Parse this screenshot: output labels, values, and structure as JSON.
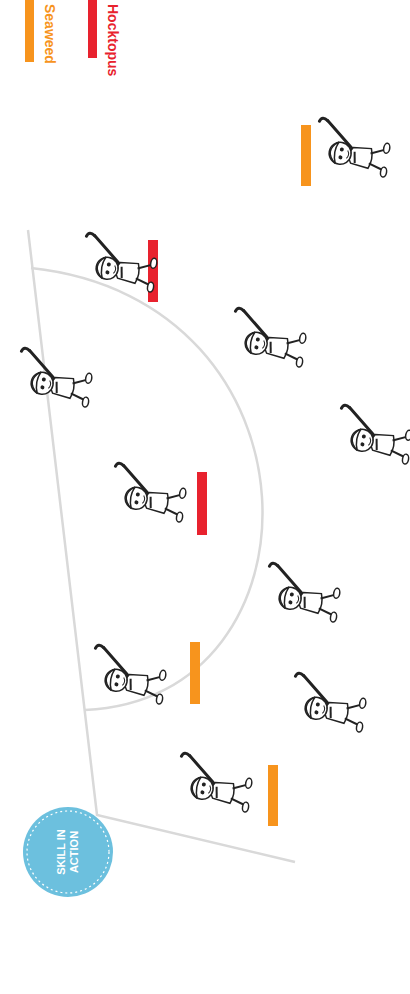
{
  "diagram": {
    "nodes": [
      {
        "text": [
          "SKILL IN ACTION"
        ]
      }
    ],
    "legend": [
      {
        "text": "Seaweed",
        "color": "#f7941d"
      },
      {
        "text": "Hocktopus",
        "color": "#e8222e"
      }
    ]
  }
}
